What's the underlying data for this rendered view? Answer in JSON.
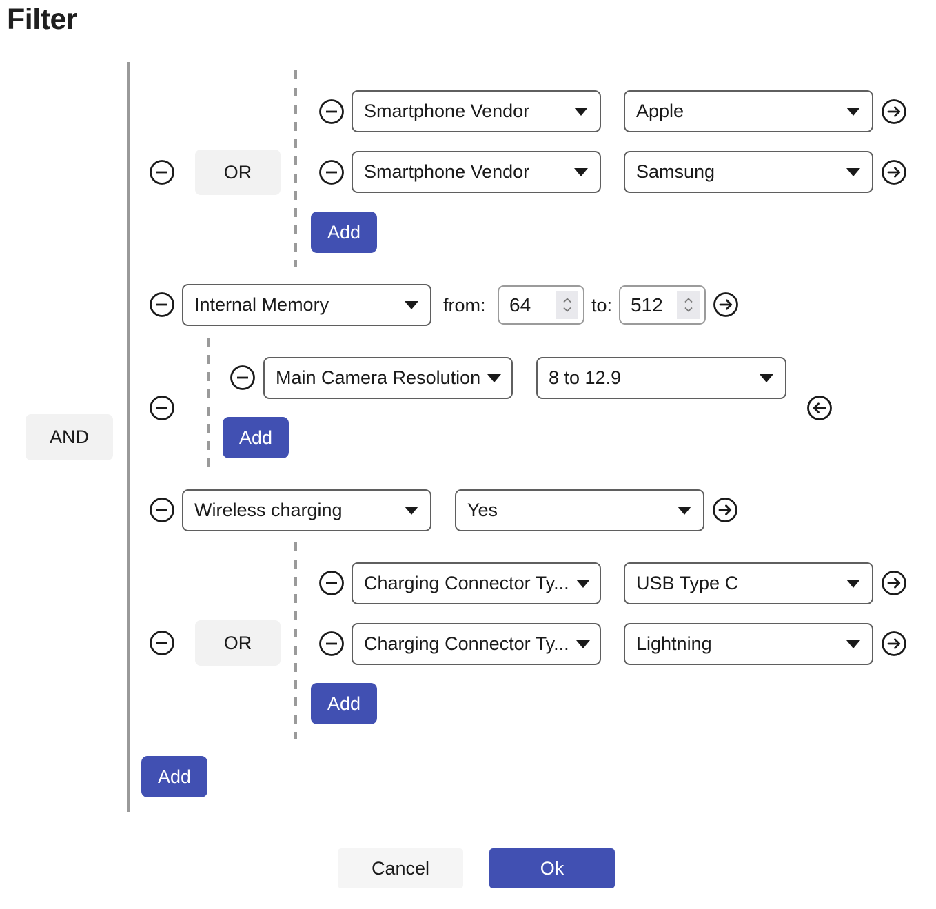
{
  "title": "Filter",
  "colors": {
    "accent": "#4150b2",
    "line_gray": "#9a9a9a",
    "chip_bg": "#f2f2f2"
  },
  "labels": {
    "add": "Add",
    "and": "AND",
    "or": "OR",
    "from": "from:",
    "to": "to:"
  },
  "footer": {
    "cancel": "Cancel",
    "ok": "Ok"
  },
  "filter_tree": {
    "operator": "AND",
    "children": [
      {
        "type": "group",
        "operator": "OR",
        "conditions": [
          {
            "field": "Smartphone Vendor",
            "value": "Apple"
          },
          {
            "field": "Smartphone Vendor",
            "value": "Samsung"
          }
        ]
      },
      {
        "type": "condition_range",
        "field": "Internal Memory",
        "from": "64",
        "to": "512"
      },
      {
        "type": "group",
        "conditions": [
          {
            "field": "Main Camera Resolution",
            "value": "8 to 12.9"
          }
        ]
      },
      {
        "type": "condition",
        "field": "Wireless charging",
        "value": "Yes"
      },
      {
        "type": "group",
        "operator": "OR",
        "conditions": [
          {
            "field": "Charging Connector Ty...",
            "value": "USB Type C"
          },
          {
            "field": "Charging Connector Ty...",
            "value": "Lightning"
          }
        ]
      }
    ]
  }
}
